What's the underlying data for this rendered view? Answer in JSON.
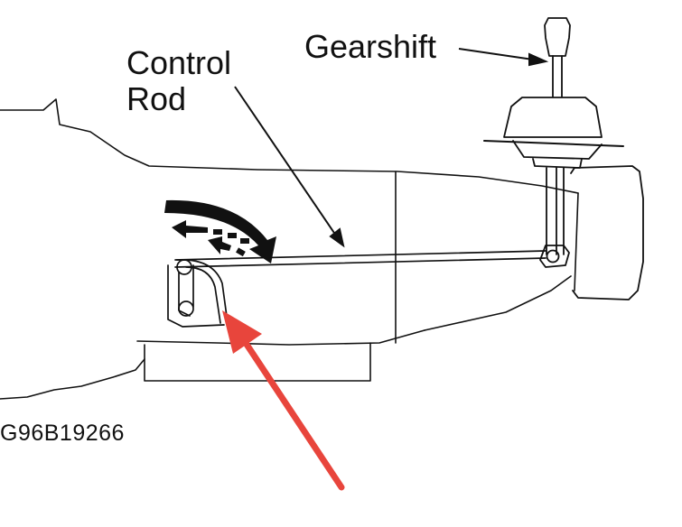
{
  "labels": {
    "control_rod_line1": "Control",
    "control_rod_line2": "Rod",
    "gearshift": "Gearshift",
    "figure_code": "G96B19266"
  },
  "colors": {
    "line_art": "#111111",
    "highlight_arrow": "#e8453c",
    "background": "#ffffff"
  }
}
